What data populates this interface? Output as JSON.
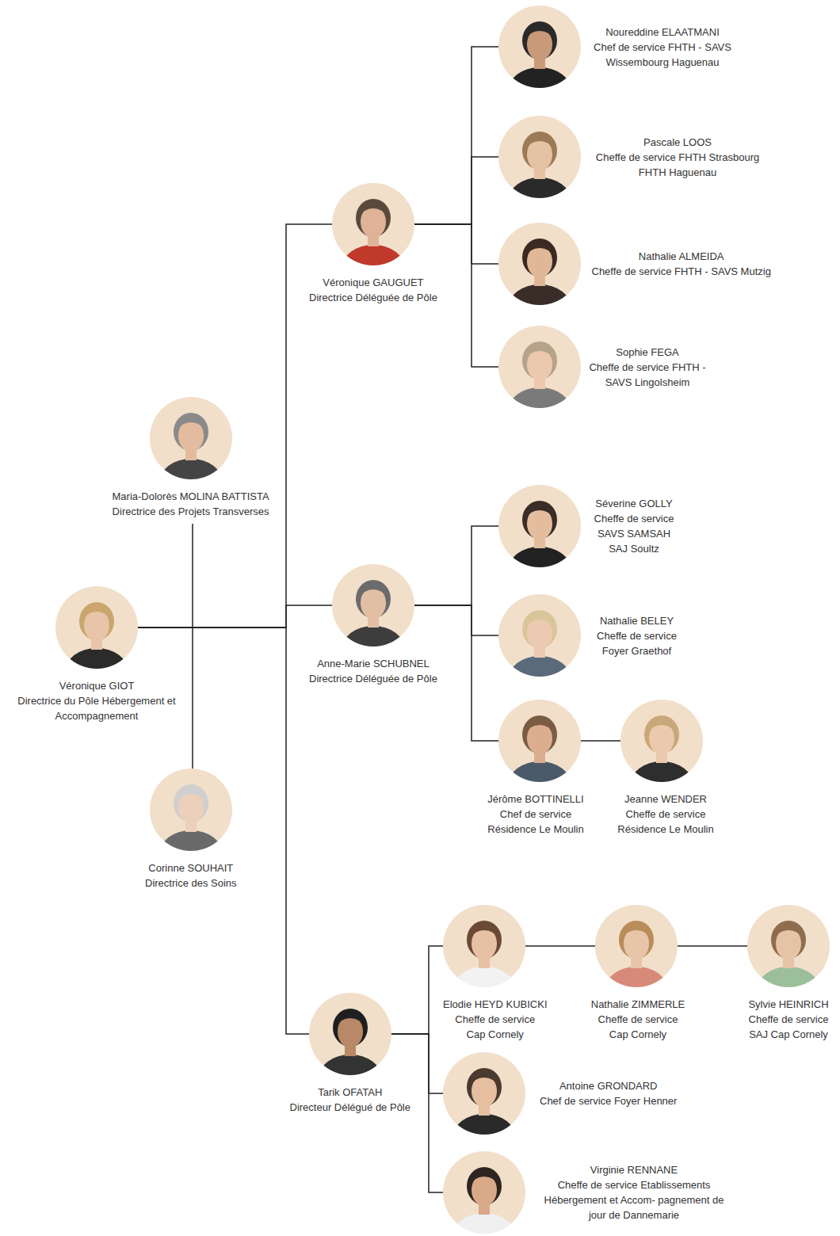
{
  "diagram": {
    "nodes": [
      {
        "text": [
          "Véronique GIOT",
          "Directrice du Pôle Hébergement et Accompagnement"
        ]
      },
      {
        "text": [
          "Maria-Dolorès MOLINA BATTISTA",
          "Directrice des Projets Transverses"
        ]
      },
      {
        "text": [
          "Corinne SOUHAIT",
          "Directrice des Soins"
        ]
      },
      {
        "text": [
          "Véronique GAUGUET",
          "Directrice Déléguée de Pôle"
        ]
      },
      {
        "text": [
          "Noureddine ELAATMANI",
          "Chef de service FHTH - SAVS Wissembourg Haguenau"
        ]
      },
      {
        "text": [
          "Pascale LOOS",
          "Cheffe de service FHTH Strasbourg FHTH Haguenau"
        ]
      },
      {
        "text": [
          "Nathalie ALMEIDA",
          "Cheffe de service FHTH - SAVS Mutzig"
        ]
      },
      {
        "text": [
          "Sophie FEGA",
          "Cheffe de service FHTH - SAVS Lingolsheim"
        ]
      },
      {
        "text": [
          "Anne-Marie SCHUBNEL",
          "Directrice Déléguée de Pôle"
        ]
      },
      {
        "text": [
          "Séverine GOLLY",
          "Cheffe de service SAVS SAMSAH SAJ Soultz"
        ]
      },
      {
        "text": [
          "Nathalie BELEY",
          "Cheffe de service Foyer Graethof"
        ]
      },
      {
        "text": [
          "Jérôme BOTTINELLI",
          "Chef de service Résidence Le Moulin"
        ]
      },
      {
        "text": [
          "Jeanne WENDER",
          "Cheffe de service Résidence Le Moulin"
        ]
      },
      {
        "text": [
          "Tarik OFATAH",
          "Directeur Délégué de Pôle"
        ]
      },
      {
        "text": [
          "Elodie HEYD KUBICKI",
          "Cheffe de service Cap Cornely"
        ]
      },
      {
        "text": [
          "Nathalie ZIMMERLE",
          "Cheffe de service Cap Cornely"
        ]
      },
      {
        "text": [
          "Sylvie HEINRICH",
          "Cheffe de service SAJ Cap Cornely"
        ]
      },
      {
        "text": [
          "Antoine GRONDARD",
          "Chef de service Foyer Henner"
        ]
      },
      {
        "text": [
          "Virginie RENNANE",
          "Cheffe de service Etablissements Hébergement et Accom- pagnement de jour de Dannemarie"
        ]
      }
    ],
    "edges": [
      {
        "from": 0,
        "to": 1,
        "arrow": "none"
      },
      {
        "from": 0,
        "to": 2,
        "arrow": "none"
      },
      {
        "from": 0,
        "to": 3,
        "arrow": "none"
      },
      {
        "from": 0,
        "to": 8,
        "arrow": "none"
      },
      {
        "from": 0,
        "to": 13,
        "arrow": "none"
      },
      {
        "from": 3,
        "to": 4,
        "arrow": "none"
      },
      {
        "from": 3,
        "to": 5,
        "arrow": "none"
      },
      {
        "from": 3,
        "to": 6,
        "arrow": "none"
      },
      {
        "from": 3,
        "to": 7,
        "arrow": "none"
      },
      {
        "from": 8,
        "to": 9,
        "arrow": "none"
      },
      {
        "from": 8,
        "to": 10,
        "arrow": "none"
      },
      {
        "from": 8,
        "to": 11,
        "arrow": "none"
      },
      {
        "from": 11,
        "to": 12,
        "arrow": "none"
      },
      {
        "from": 13,
        "to": 14,
        "arrow": "none"
      },
      {
        "from": 13,
        "to": 17,
        "arrow": "none"
      },
      {
        "from": 13,
        "to": 18,
        "arrow": "none"
      },
      {
        "from": 14,
        "to": 15,
        "arrow": "none"
      },
      {
        "from": 15,
        "to": 16,
        "arrow": "none"
      }
    ]
  }
}
